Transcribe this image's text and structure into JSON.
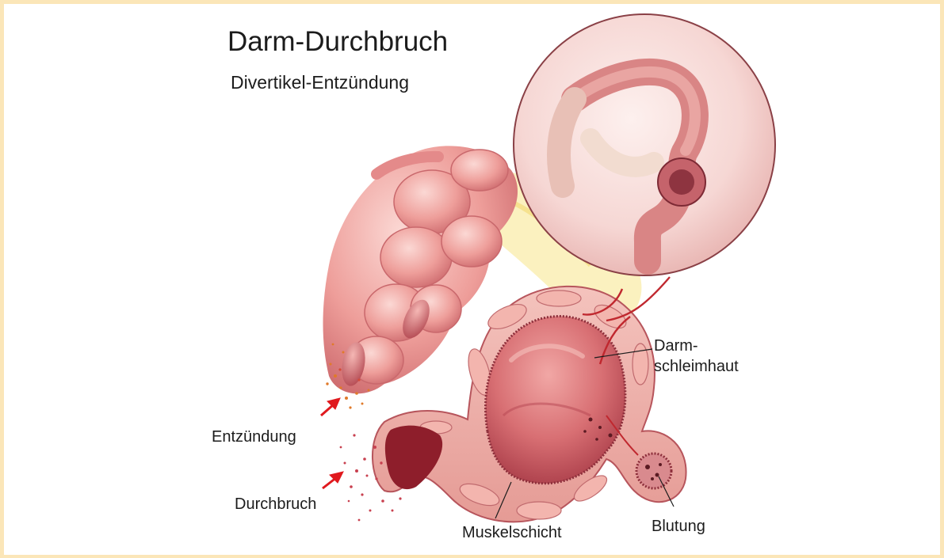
{
  "title": "Darm-Durchbruch",
  "subtitle": "Divertikel-Entzündung",
  "labels": {
    "entzuendung": "Entzündung",
    "durchbruch": "Durchbruch",
    "muskelschicht": "Muskelschicht",
    "blutung": "Blutung",
    "darm_line1": "Darm-",
    "darm_line2": "schleimhaut"
  },
  "colors": {
    "frame": "#fbe6b8",
    "arrow": "#e0191e",
    "tissue": "#e89a96",
    "mucosa": "#c9505a"
  }
}
